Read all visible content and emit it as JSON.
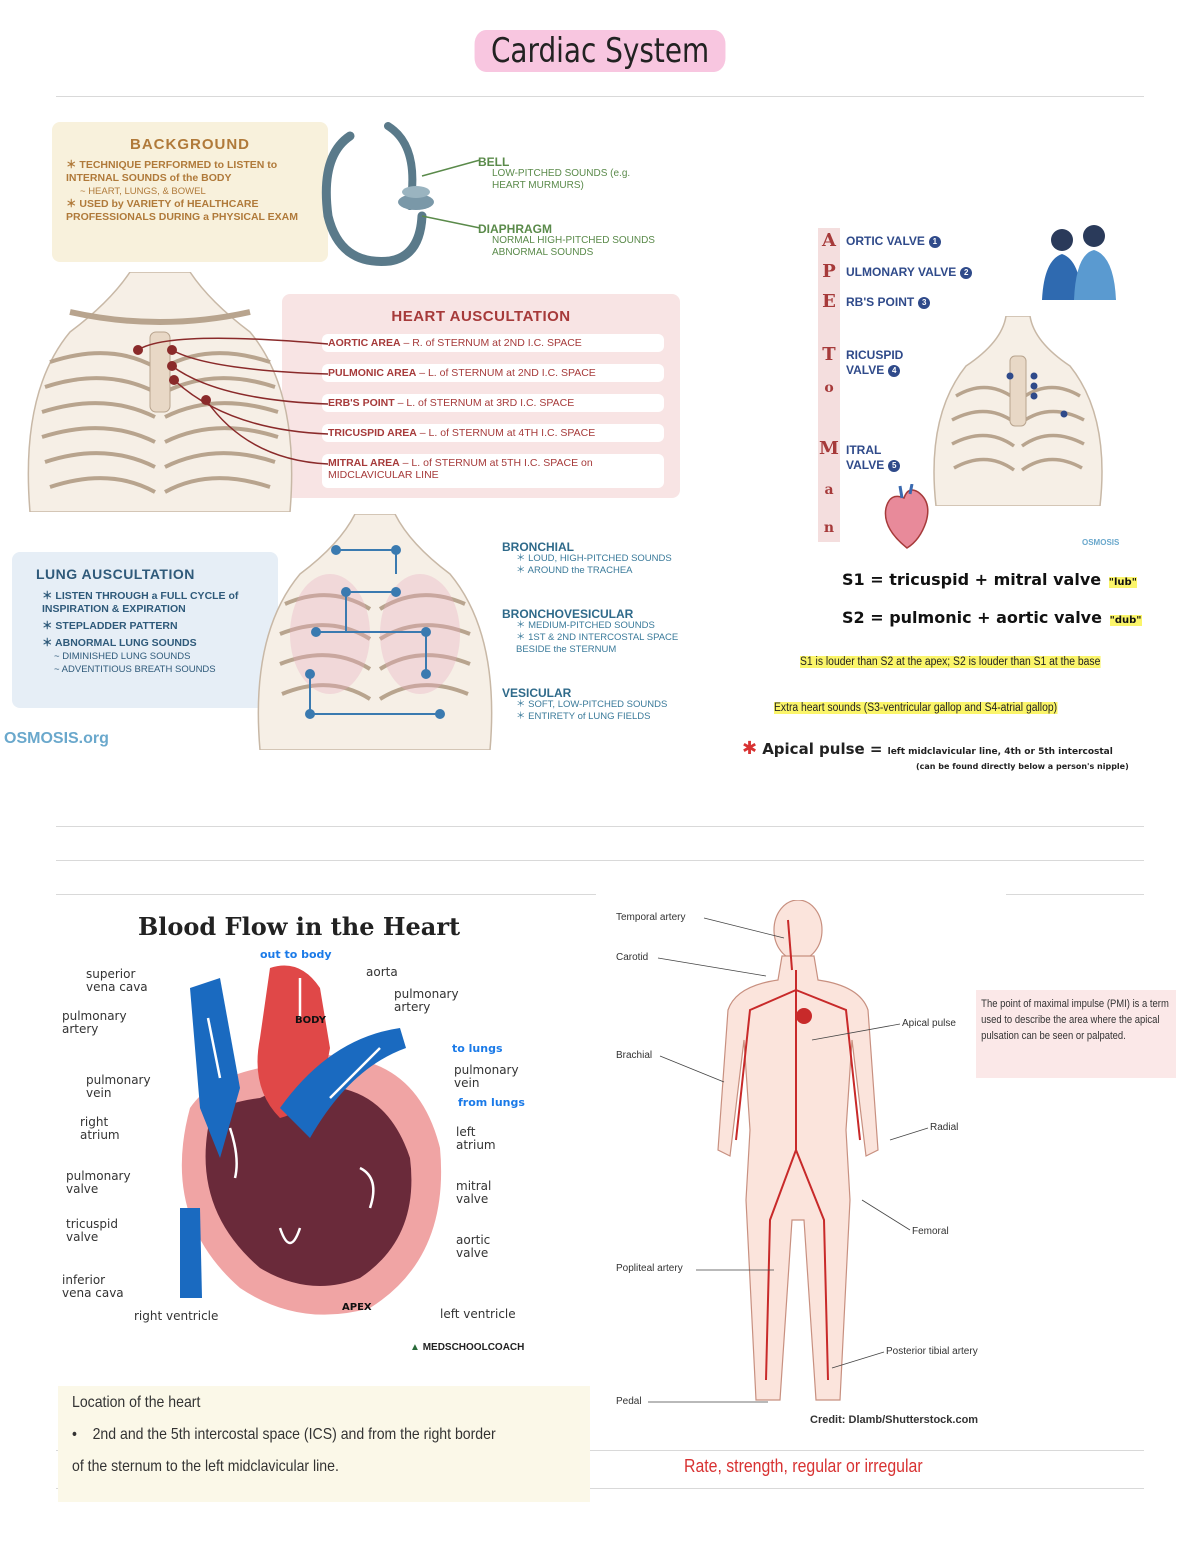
{
  "page": {
    "title": "Cardiac System"
  },
  "background": {
    "heading": "BACKGROUND",
    "items": [
      {
        "text": "TECHNIQUE PERFORMED to LISTEN to INTERNAL SOUNDS of the BODY",
        "sub": false
      },
      {
        "text": "HEART, LUNGS, & BOWEL",
        "sub": true
      },
      {
        "text": "USED by VARIETY of HEALTHCARE PROFESSIONALS DURING a PHYSICAL EXAM",
        "sub": false
      }
    ]
  },
  "stethoscope": {
    "bell_label": "BELL",
    "bell_detail": "LOW-PITCHED SOUNDS (e.g. HEART MURMURS)",
    "diaphragm_label": "DIAPHRAGM",
    "diaphragm_detail_1": "NORMAL HIGH-PITCHED SOUNDS",
    "diaphragm_detail_2": "ABNORMAL SOUNDS"
  },
  "heart_auscultation": {
    "heading": "HEART AUSCULTATION",
    "rows": [
      {
        "area": "AORTIC AREA",
        "desc": "– R. of STERNUM at 2ND I.C. SPACE"
      },
      {
        "area": "PULMONIC AREA",
        "desc": "– L. of STERNUM at 2ND I.C. SPACE"
      },
      {
        "area": "ERB'S POINT",
        "desc": "– L. of STERNUM at 3RD I.C. SPACE"
      },
      {
        "area": "TRICUSPID AREA",
        "desc": "– L. of STERNUM at 4TH I.C. SPACE"
      },
      {
        "area": "MITRAL AREA",
        "desc": "– L. of STERNUM at 5TH I.C. SPACE on MIDCLAVICULAR LINE"
      }
    ]
  },
  "lung_auscultation": {
    "heading": "LUNG AUSCULTATION",
    "items": [
      {
        "text": "LISTEN THROUGH a FULL CYCLE of INSPIRATION & EXPIRATION",
        "sub": false
      },
      {
        "text": "STEPLADDER PATTERN",
        "sub": false
      },
      {
        "text": "ABNORMAL LUNG SOUNDS",
        "sub": false
      },
      {
        "text": "DIMINISHED LUNG SOUNDS",
        "sub": true
      },
      {
        "text": "ADVENTITIOUS BREATH SOUNDS",
        "sub": true
      }
    ],
    "logo": "OSMOSIS.org"
  },
  "breath_sounds": [
    {
      "name": "BRONCHIAL",
      "details": [
        "LOUD, HIGH-PITCHED SOUNDS",
        "AROUND the TRACHEA"
      ]
    },
    {
      "name": "BRONCHOVESICULAR",
      "details": [
        "MEDIUM-PITCHED SOUNDS",
        "1ST & 2ND INTERCOSTAL SPACE BESIDE the STERNUM"
      ]
    },
    {
      "name": "VESICULAR",
      "details": [
        "SOFT, LOW-PITCHED SOUNDS",
        "ENTIRETY of LUNG FIELDS"
      ]
    }
  ],
  "apetoman": {
    "letters": [
      "A",
      "P",
      "E",
      "T",
      "o",
      "M",
      "a",
      "n"
    ],
    "items": [
      {
        "label": "ORTIC VALVE",
        "num": "1"
      },
      {
        "label": "ULMONARY VALVE",
        "num": "2"
      },
      {
        "label": "RB'S POINT",
        "num": "3"
      },
      {
        "label": "RICUSPID VALVE",
        "num": "4"
      },
      {
        "label": "ITRAL VALVE",
        "num": "5"
      }
    ],
    "logo": "OSMOSIS"
  },
  "heart_sounds": {
    "s1": "S1 = tricuspid + mitral valve",
    "s1_tag": "\"lub\"",
    "s2": "S2 = pulmonic + aortic valve",
    "s2_tag": "\"dub\"",
    "note1": "S1 is louder than S2 at the apex; S2 is louder than S1 at the base",
    "note2": "Extra heart sounds (S3-ventricular gallop and S4-atrial gallop)",
    "apical_label": "Apical pulse =",
    "apical_detail": "left midclavicular line, 4th or 5th intercostal",
    "apical_detail2": "(can be found directly below a person's nipple)"
  },
  "blood_flow": {
    "title": "Blood Flow in the Heart",
    "labels": {
      "svc": "superior vena cava",
      "pa": "pulmonary artery",
      "pv_left": "pulmonary vein",
      "ra": "right atrium",
      "pv_valve": "pulmonary valve",
      "tv": "tricuspid valve",
      "ivc": "inferior vena cava",
      "rv": "right ventricle",
      "aorta": "aorta",
      "pa_right": "pulmonary artery",
      "pv_right": "pulmonary vein",
      "la": "left atrium",
      "mv": "mitral valve",
      "av": "aortic valve",
      "lv": "left ventricle"
    },
    "notes": {
      "out_to_body": "out to body",
      "to_lungs": "to lungs",
      "from_lungs": "from lungs",
      "body": "BODY",
      "apex": "APEX"
    },
    "logo": "MEDSCHOOLCOACH"
  },
  "location": {
    "heading": "Location of the heart",
    "bullet": "2nd and the 5th intercostal space (ICS) and from the right border",
    "continuation": "of the sternum to the left midclavicular line."
  },
  "pulses": {
    "left": [
      "Temporal artery",
      "Carotid",
      "Brachial",
      "Popliteal artery",
      "Pedal"
    ],
    "right": [
      "Apical pulse",
      "Radial",
      "Femoral",
      "Posterior tibial artery"
    ],
    "credit": "Credit: Dlamb/Shutterstock.com"
  },
  "pmi_note": "The point of maximal impulse (PMI) is a term used to describe the area where the apical pulsation can be seen or palpated.",
  "rate_note": "Rate, strength, regular or irregular",
  "colors": {
    "accent_pink": "#f8c6e0",
    "heart_red": "#a63a3a",
    "lung_blue": "#2f5a7a",
    "highlight": "#fbf56a",
    "rate_red": "#d83232"
  }
}
